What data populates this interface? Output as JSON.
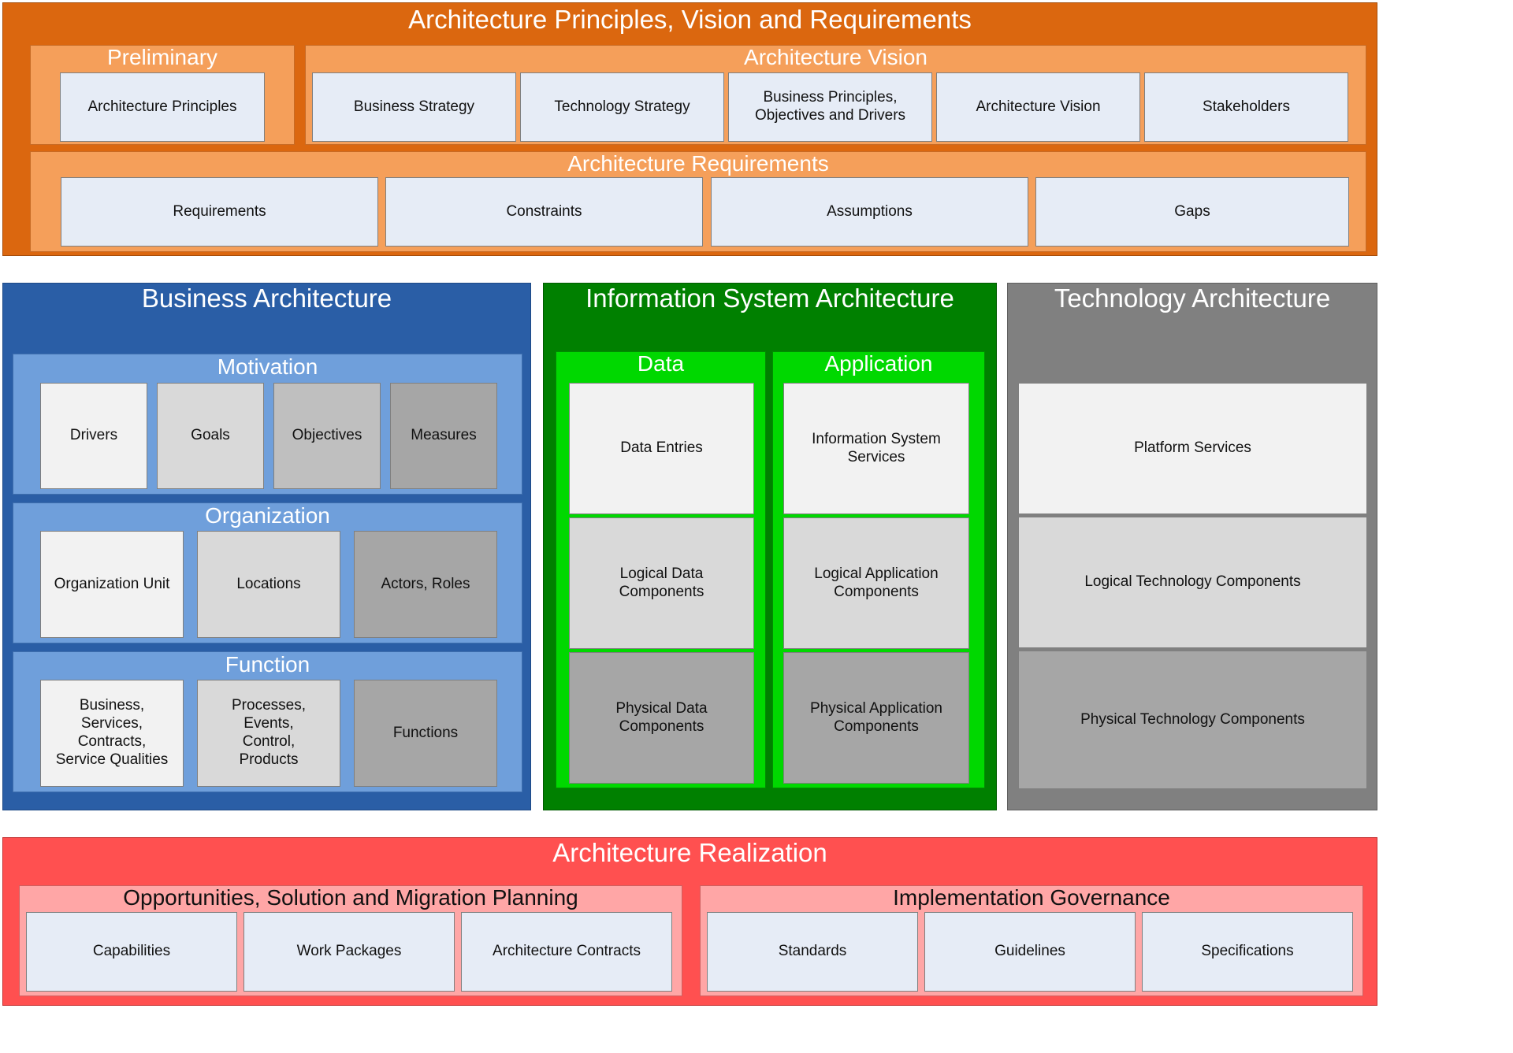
{
  "top": {
    "title": "Architecture Principles, Vision and Requirements",
    "preliminary": {
      "title": "Preliminary",
      "items": [
        "Architecture Principles"
      ]
    },
    "vision": {
      "title": "Architecture Vision",
      "items": [
        "Business Strategy",
        "Technology Strategy",
        "Business Principles,\nObjectives and Drivers",
        "Architecture Vision",
        "Stakeholders"
      ]
    },
    "requirements": {
      "title": "Architecture Requirements",
      "items": [
        "Requirements",
        "Constraints",
        "Assumptions",
        "Gaps"
      ]
    }
  },
  "business": {
    "title": "Business Architecture",
    "motivation": {
      "title": "Motivation",
      "items": [
        "Drivers",
        "Goals",
        "Objectives",
        "Measures"
      ]
    },
    "organization": {
      "title": "Organization",
      "items": [
        "Organization Unit",
        "Locations",
        "Actors, Roles"
      ]
    },
    "function": {
      "title": "Function",
      "items": [
        "Business,\nServices,\nContracts,\nService Qualities",
        "Processes,\nEvents,\nControl,\nProducts",
        "Functions"
      ]
    }
  },
  "information_system": {
    "title": "Information System Architecture",
    "data": {
      "title": "Data",
      "items": [
        "Data Entries",
        "Logical Data\nComponents",
        "Physical Data\nComponents"
      ]
    },
    "application": {
      "title": "Application",
      "items": [
        "Information System\nServices",
        "Logical Application\nComponents",
        "Physical Application\nComponents"
      ]
    }
  },
  "technology": {
    "title": "Technology Architecture",
    "items": [
      "Platform Services",
      "Logical Technology Components",
      "Physical Technology Components"
    ]
  },
  "realization": {
    "title": "Architecture Realization",
    "planning": {
      "title": "Opportunities, Solution and Migration Planning",
      "items": [
        "Capabilities",
        "Work Packages",
        "Architecture Contracts"
      ]
    },
    "governance": {
      "title": "Implementation Governance",
      "items": [
        "Standards",
        "Guidelines",
        "Specifications"
      ]
    }
  }
}
